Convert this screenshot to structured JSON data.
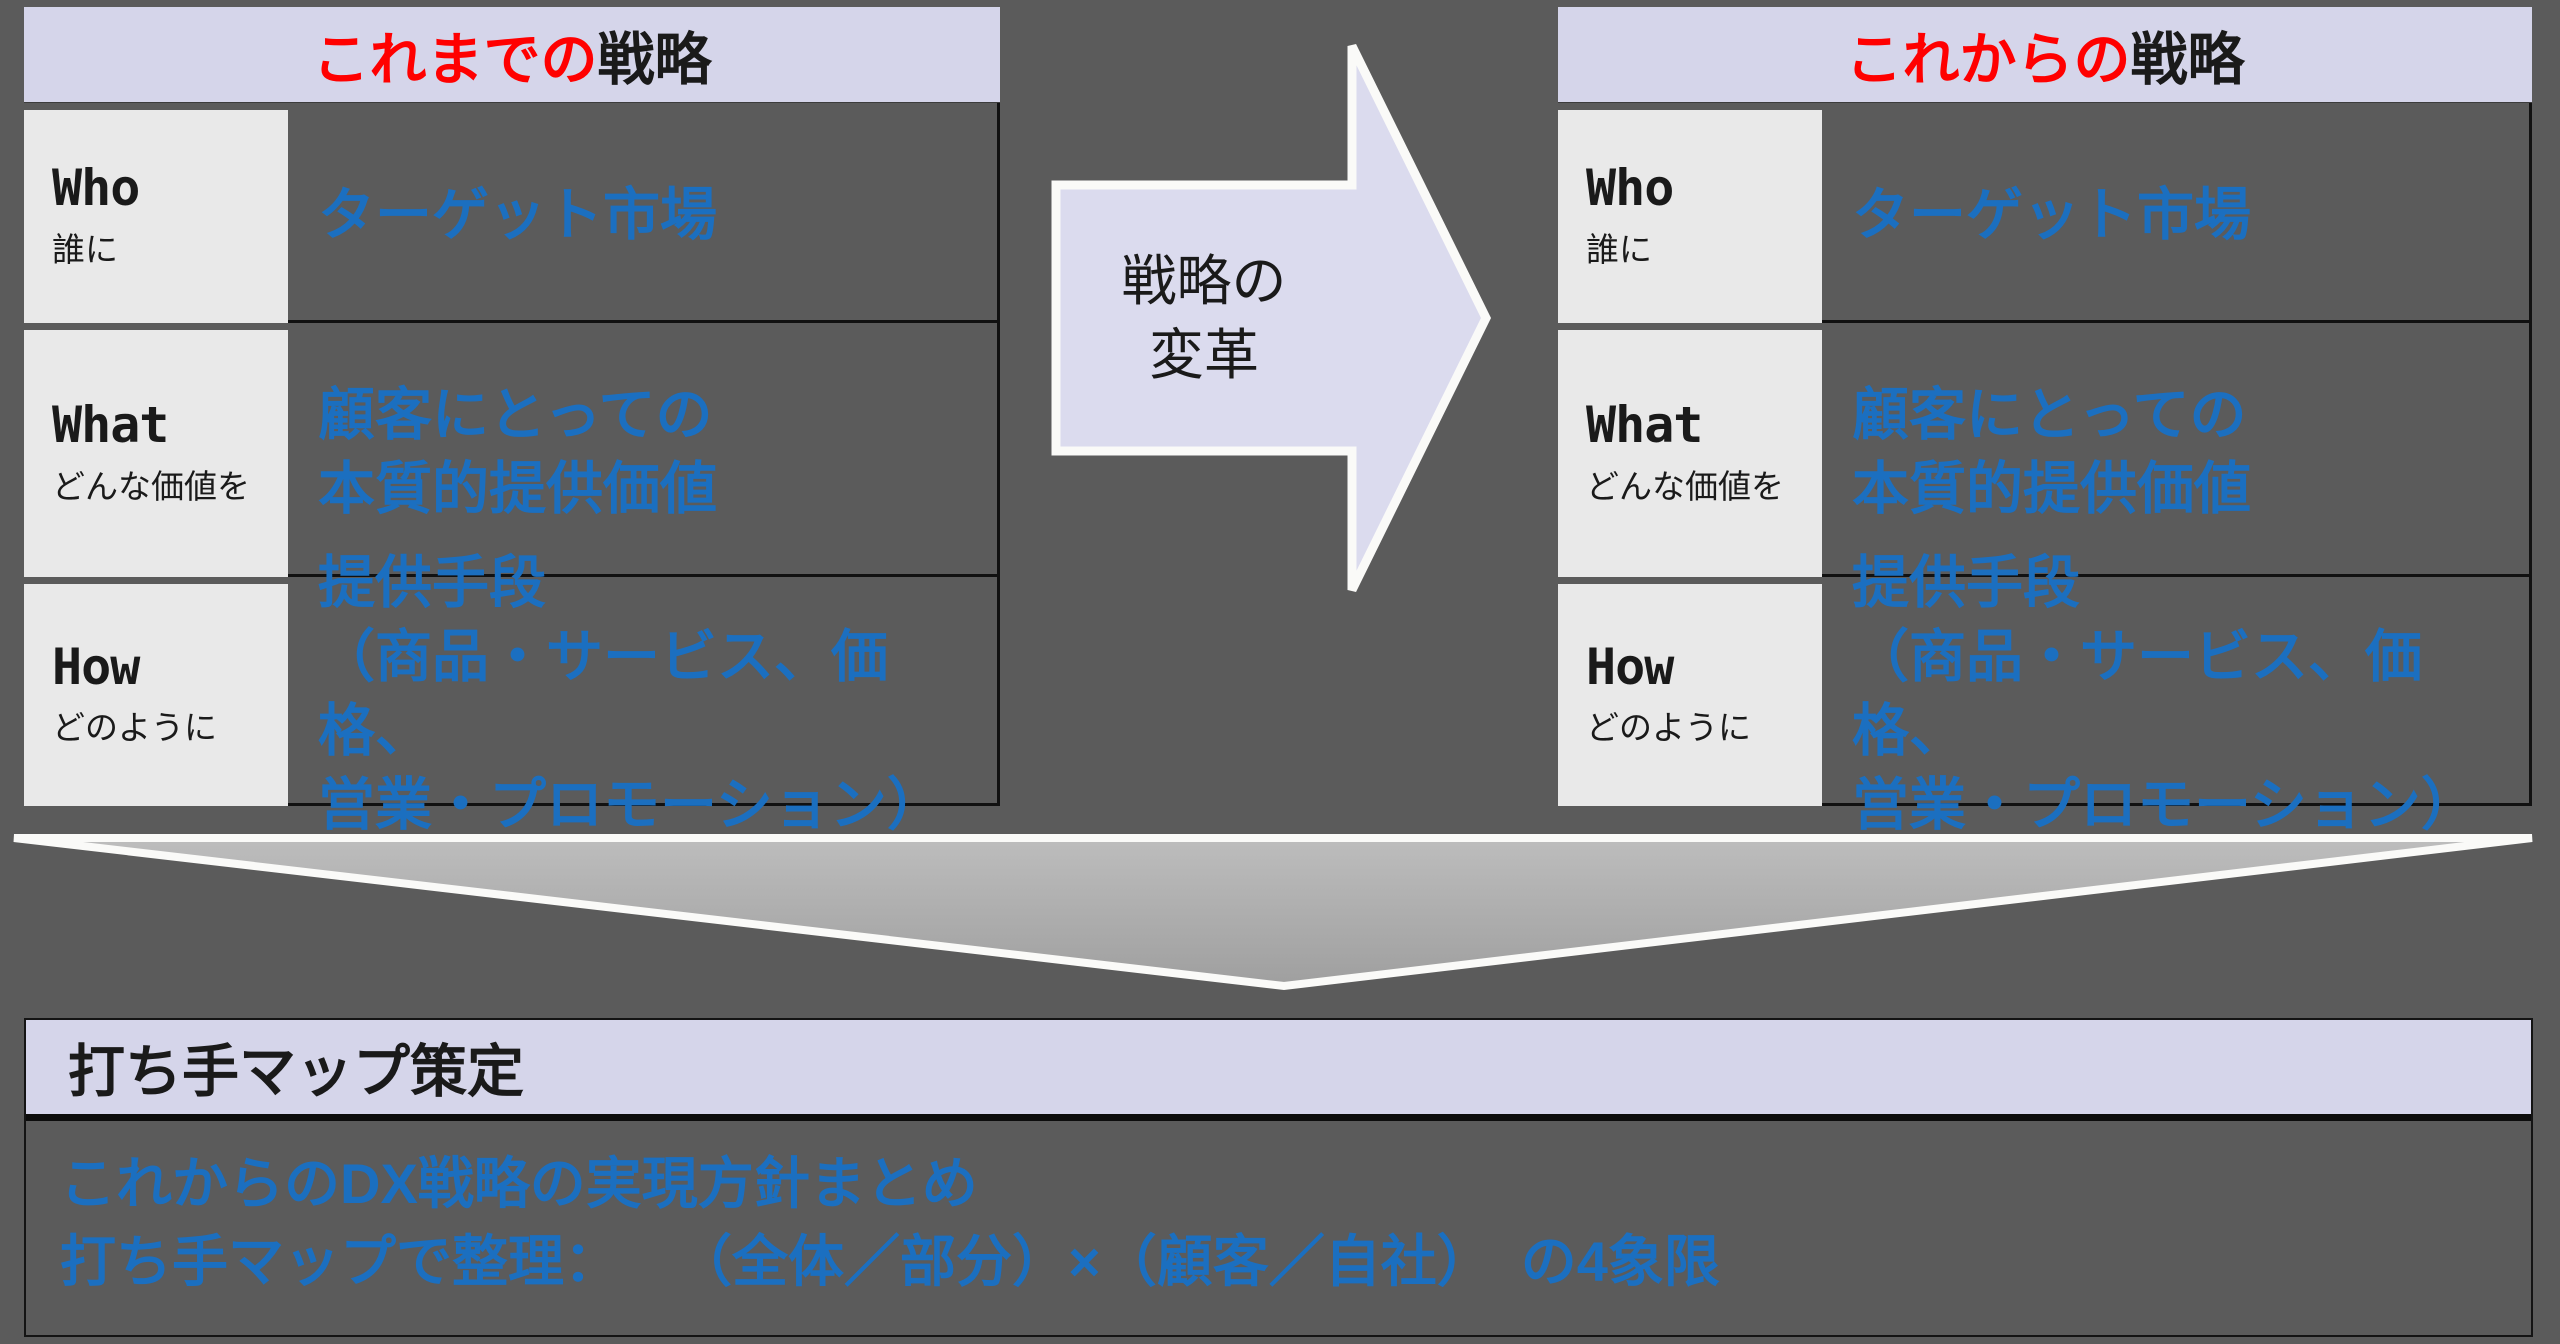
{
  "colors": {
    "background": "#5B5B5B",
    "panel_lavender": "#D5D5EA",
    "label_gray": "#E9E9E9",
    "value_blue": "#1B6FC0",
    "title_red": "#FF0000",
    "ink_black": "#1A1A1A",
    "arrow_fill": "#DBDBEE",
    "shape_border_white": "#FAFAF8",
    "funnel_gray_top": "#BDBDBD",
    "funnel_gray_bottom": "#9F9F9F"
  },
  "tables": {
    "before": {
      "title_red": "これまでの",
      "title_black": "戦略",
      "rows": [
        {
          "en": "Who",
          "ja": "誰に",
          "value": "ターゲット市場"
        },
        {
          "en": "What",
          "ja": "どんな価値を",
          "value": "顧客にとっての\n本質的提供価値"
        },
        {
          "en": "How",
          "ja": "どのように",
          "value": "提供手段\n（商品・サービス、価格、\n営業・プロモーション）"
        }
      ]
    },
    "after": {
      "title_red": "これからの",
      "title_black": "戦略",
      "rows": [
        {
          "en": "Who",
          "ja": "誰に",
          "value": "ターゲット市場"
        },
        {
          "en": "What",
          "ja": "どんな価値を",
          "value": "顧客にとっての\n本質的提供価値"
        },
        {
          "en": "How",
          "ja": "どのように",
          "value": "提供手段\n（商品・サービス、価格、\n営業・プロモーション）"
        }
      ]
    }
  },
  "arrow": {
    "label": "戦略の\n変革"
  },
  "bottom_panel": {
    "title": "打ち手マップ策定",
    "body": "これからのDX戦略の実現方針まとめ\n打ち手マップで整理：　　（全体／部分）×（顧客／自社）　の4象限"
  }
}
